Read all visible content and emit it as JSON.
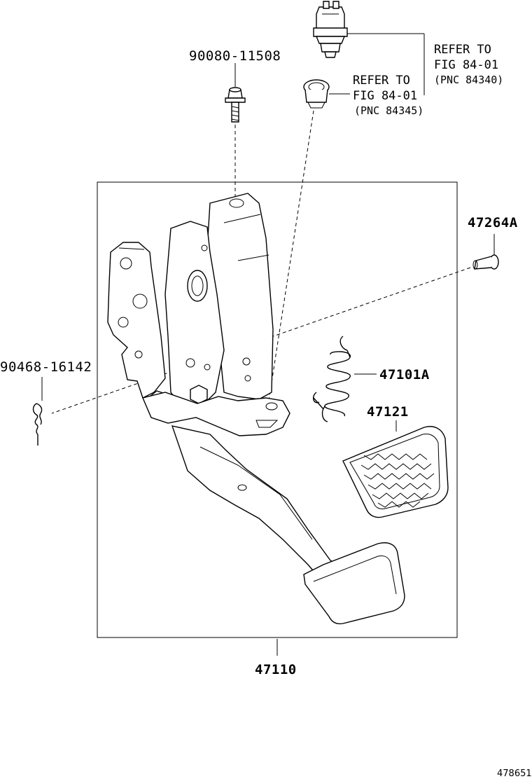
{
  "diagram": {
    "parts": {
      "bolt": "90080-11508",
      "pin": "47264A",
      "clip": "90468-16142",
      "spring": "47101A",
      "pad": "47121",
      "assembly": "47110"
    },
    "refs": {
      "switch": {
        "line1": "REFER TO",
        "line2": "FIG 84-01",
        "pnc": "(PNC 84340)"
      },
      "cushion": {
        "line1": "REFER TO",
        "line2": "FIG 84-01",
        "pnc": "(PNC 84345)"
      }
    },
    "figure_id": "478651"
  }
}
